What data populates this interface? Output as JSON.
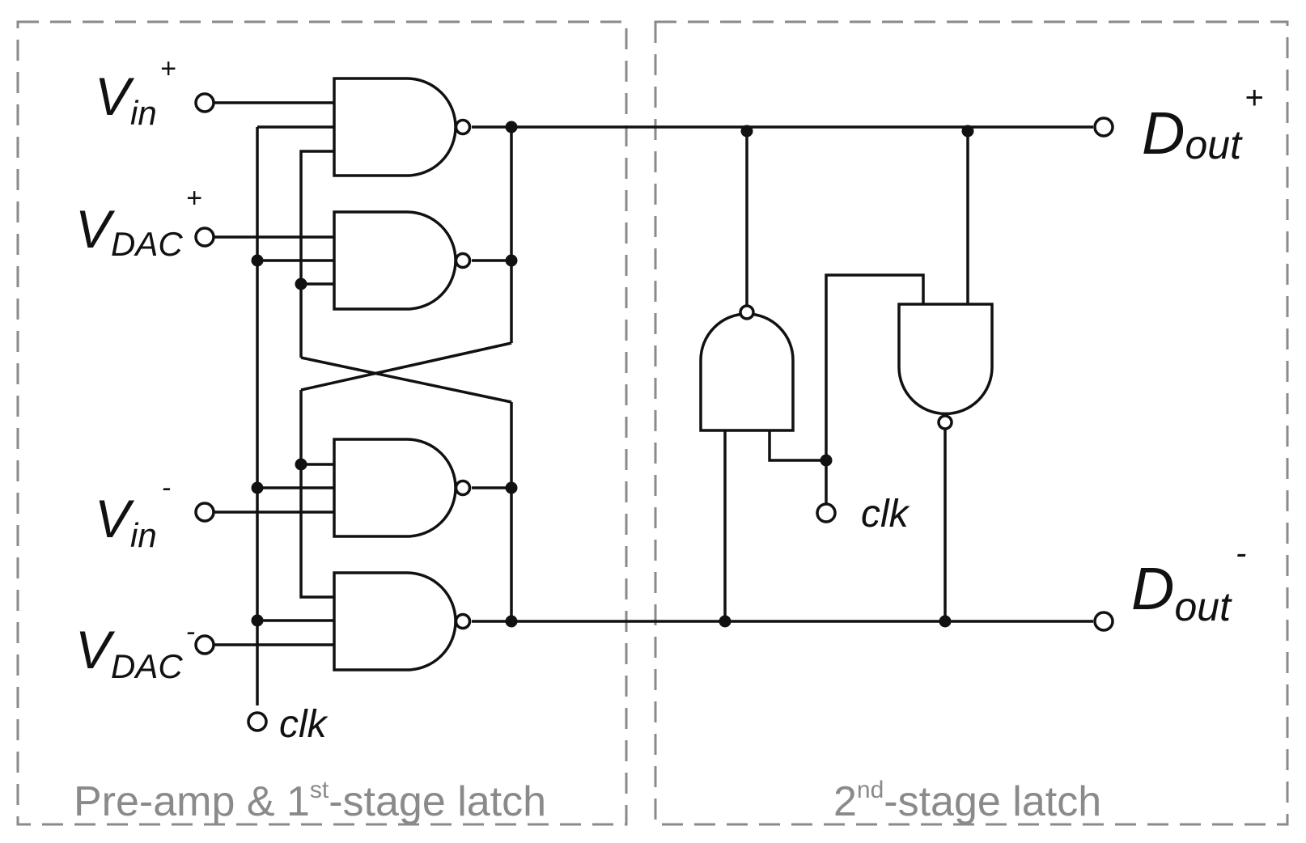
{
  "colors": {
    "wire": "#111111",
    "frame": "#8a8a8a",
    "text": "#111111",
    "section_text": "#8a8a8a"
  },
  "sections": {
    "left": {
      "main": "Pre-amp & 1",
      "sup": "st",
      "rest": "-stage latch"
    },
    "right": {
      "main": "2",
      "sup": "nd",
      "rest": "-stage latch"
    }
  },
  "ports": {
    "vin_pos": {
      "base": "V",
      "sub": "in",
      "sup": "+"
    },
    "vdac_pos": {
      "base": "V",
      "sub": "DAC",
      "sup": "+"
    },
    "vin_neg": {
      "base": "V",
      "sub": "in",
      "sup": "-"
    },
    "vdac_neg": {
      "base": "V",
      "sub": "DAC",
      "sup": "-"
    },
    "clk_left": "clk",
    "clk_right": "clk",
    "dout_pos": {
      "base": "D",
      "sub": "out",
      "sup": "+"
    },
    "dout_neg": {
      "base": "D",
      "sub": "out",
      "sup": "-"
    }
  }
}
